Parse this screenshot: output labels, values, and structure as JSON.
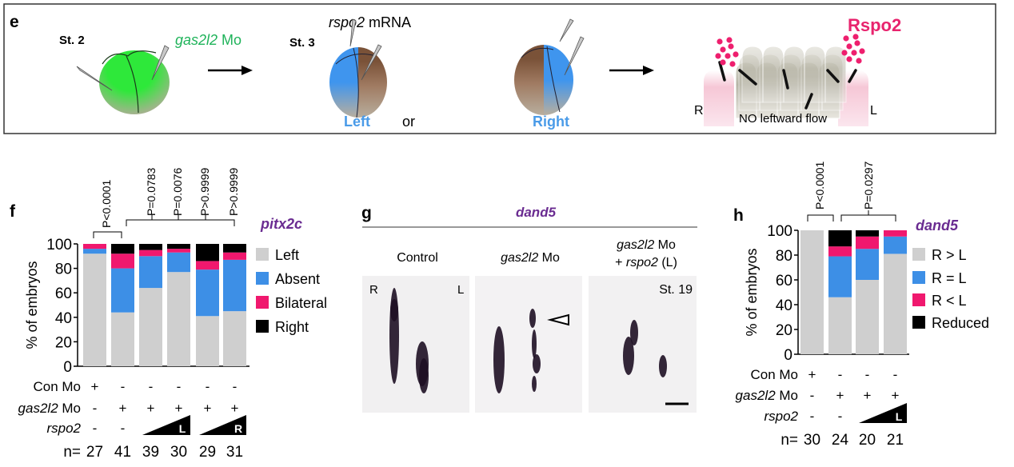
{
  "panel_e": {
    "label": "e",
    "st2": "St. 2",
    "mo_gene": "gas2l2",
    "mo_suffix": " Mo",
    "st3": "St. 3",
    "mrna_gene": "rspo2",
    "mrna_suffix": " mRNA",
    "left": "Left",
    "or": "or",
    "right": "Right",
    "protein": "Rspo2",
    "side_r": "R",
    "side_l": "L",
    "flow": "NO leftward flow",
    "colors": {
      "mo": "#1fb35a",
      "blue": "#4a9be8",
      "pink": "#e8246e"
    }
  },
  "panel_g": {
    "label": "g",
    "gene": "dand5",
    "col1": "Control",
    "col2_gene": "gas2l2",
    "col2_suffix": " Mo",
    "col3_gene": "gas2l2",
    "col3_suffix": " Mo",
    "col3_line2_prefix": "+ ",
    "col3_line2_gene": "rspo2",
    "col3_line2_suffix": " (L)",
    "side_r": "R",
    "side_l": "L",
    "stage": "St. 19"
  },
  "chart_data": [
    {
      "panel": "f",
      "type": "bar",
      "stacked": true,
      "title": "pitx2c",
      "ylabel": "% of embryos",
      "ylim": [
        0,
        100
      ],
      "yticks": [
        0,
        20,
        40,
        60,
        80,
        100
      ],
      "legend": [
        "Left",
        "Absent",
        "Bilateral",
        "Right"
      ],
      "legend_placement": "right",
      "series": [
        {
          "name": "Left",
          "color": "#cfcfcf",
          "values": [
            92,
            44,
            64,
            77,
            41,
            45
          ]
        },
        {
          "name": "Absent",
          "color": "#3d8fe6",
          "values": [
            4,
            36,
            26,
            16,
            38,
            42
          ]
        },
        {
          "name": "Bilateral",
          "color": "#f0186e",
          "values": [
            4,
            12,
            5,
            3,
            7,
            6
          ]
        },
        {
          "name": "Right",
          "color": "#000000",
          "values": [
            0,
            8,
            5,
            4,
            14,
            7
          ]
        }
      ],
      "conditions": [
        {
          "label_gene": "",
          "label": "Con Mo",
          "values": [
            "+",
            "-",
            "-",
            "-",
            "-",
            "-"
          ]
        },
        {
          "label_gene": "gas2l2",
          "label": " Mo",
          "values": [
            "-",
            "+",
            "+",
            "+",
            "+",
            "+"
          ]
        },
        {
          "label_gene": "rspo2",
          "label": "",
          "values": [
            "-",
            "-"
          ],
          "ramps": [
            "L",
            "R"
          ]
        }
      ],
      "n_label": "n=",
      "n": [
        27,
        41,
        39,
        30,
        29,
        31
      ],
      "pvalues": [
        "P<0.0001",
        "P=0.0783",
        "P=0.0076",
        "P>0.9999",
        "P>0.9999"
      ],
      "title_color": "#6a2c91"
    },
    {
      "panel": "h",
      "type": "bar",
      "stacked": true,
      "title": "dand5",
      "ylabel": "% of embryos",
      "ylim": [
        0,
        100
      ],
      "yticks": [
        0,
        20,
        40,
        60,
        80,
        100
      ],
      "legend": [
        "R > L",
        "R = L",
        "R < L",
        "Reduced"
      ],
      "legend_placement": "right",
      "series": [
        {
          "name": "R > L",
          "color": "#cfcfcf",
          "values": [
            100,
            46,
            60,
            81
          ]
        },
        {
          "name": "R = L",
          "color": "#3d8fe6",
          "values": [
            0,
            33,
            25,
            14
          ]
        },
        {
          "name": "R < L",
          "color": "#f0186e",
          "values": [
            0,
            8,
            10,
            5
          ]
        },
        {
          "name": "Reduced",
          "color": "#000000",
          "values": [
            0,
            13,
            5,
            0
          ]
        }
      ],
      "conditions": [
        {
          "label_gene": "",
          "label": "Con Mo",
          "values": [
            "+",
            "-",
            "-",
            "-"
          ]
        },
        {
          "label_gene": "gas2l2",
          "label": " Mo",
          "values": [
            "-",
            "+",
            "+",
            "+"
          ]
        },
        {
          "label_gene": "rspo2",
          "label": "",
          "values": [
            "-",
            "-"
          ],
          "ramps": [
            "L"
          ]
        }
      ],
      "n_label": "n=",
      "n": [
        30,
        24,
        20,
        21
      ],
      "pvalues": [
        "P<0.0001",
        "P=0.0297"
      ],
      "title_color": "#6a2c91"
    }
  ]
}
